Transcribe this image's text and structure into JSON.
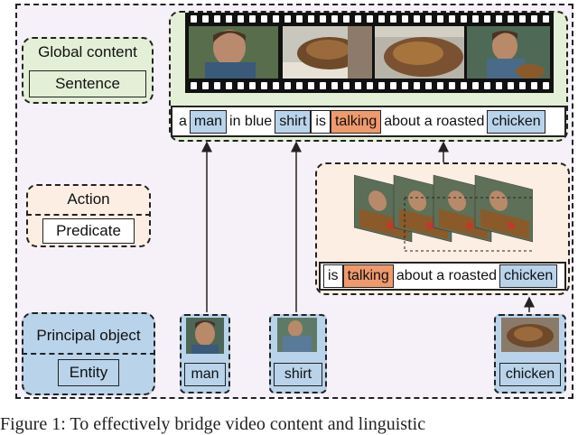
{
  "legend": {
    "global_title": "Global content",
    "global_item": "Sentence",
    "action_title": "Action",
    "action_item": "Predicate",
    "principal_title": "Principal object",
    "principal_item": "Entity"
  },
  "sentence_top": {
    "tokens": [
      {
        "text": "a",
        "hl": ""
      },
      {
        "text": "man",
        "hl": "blue"
      },
      {
        "text": "in blue",
        "hl": ""
      },
      {
        "text": "shirt",
        "hl": "blue"
      },
      {
        "text": "is",
        "hl": "plain"
      },
      {
        "text": "talking",
        "hl": "orange"
      },
      {
        "text": "about a roasted",
        "hl": ""
      },
      {
        "text": "chicken",
        "hl": "blue"
      }
    ]
  },
  "sentence_action": {
    "tokens": [
      {
        "text": "is",
        "hl": "plain"
      },
      {
        "text": "talking",
        "hl": "orange"
      },
      {
        "text": "about a roasted",
        "hl": ""
      },
      {
        "text": "chicken",
        "hl": "blue"
      }
    ]
  },
  "entities": {
    "man": "man",
    "shirt": "shirt",
    "chicken": "chicken"
  },
  "caption": "Figure 1:  To effectively bridge video content and linguistic",
  "colors": {
    "global_bg": "#e3efd6",
    "action_bg": "#fdeee4",
    "entity_bg": "#b9d3ea",
    "predicate_hl": "#ef9a6c",
    "outer_bg": "#f6f1f8"
  }
}
